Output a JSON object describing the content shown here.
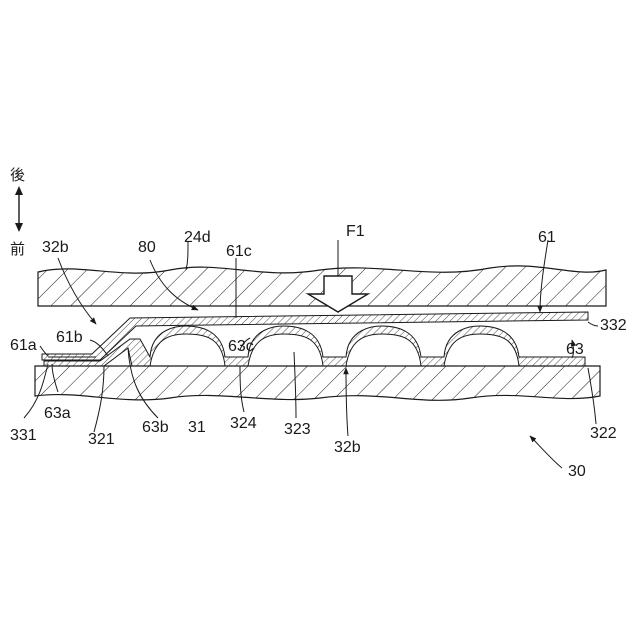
{
  "direction": {
    "rear": "後",
    "front": "前"
  },
  "labels": {
    "l32b_top": "32b",
    "l80": "80",
    "l24d": "24d",
    "l61c": "61c",
    "lF1": "F1",
    "l61": "61",
    "l332": "332",
    "l61a": "61a",
    "l61b": "61b",
    "l63c": "63c",
    "l63": "63",
    "l331": "331",
    "l63a": "63a",
    "l321": "321",
    "l63b": "63b",
    "l31": "31",
    "l324": "324",
    "l323": "323",
    "l32b_bottom": "32b",
    "l322": "322",
    "l30": "30"
  }
}
